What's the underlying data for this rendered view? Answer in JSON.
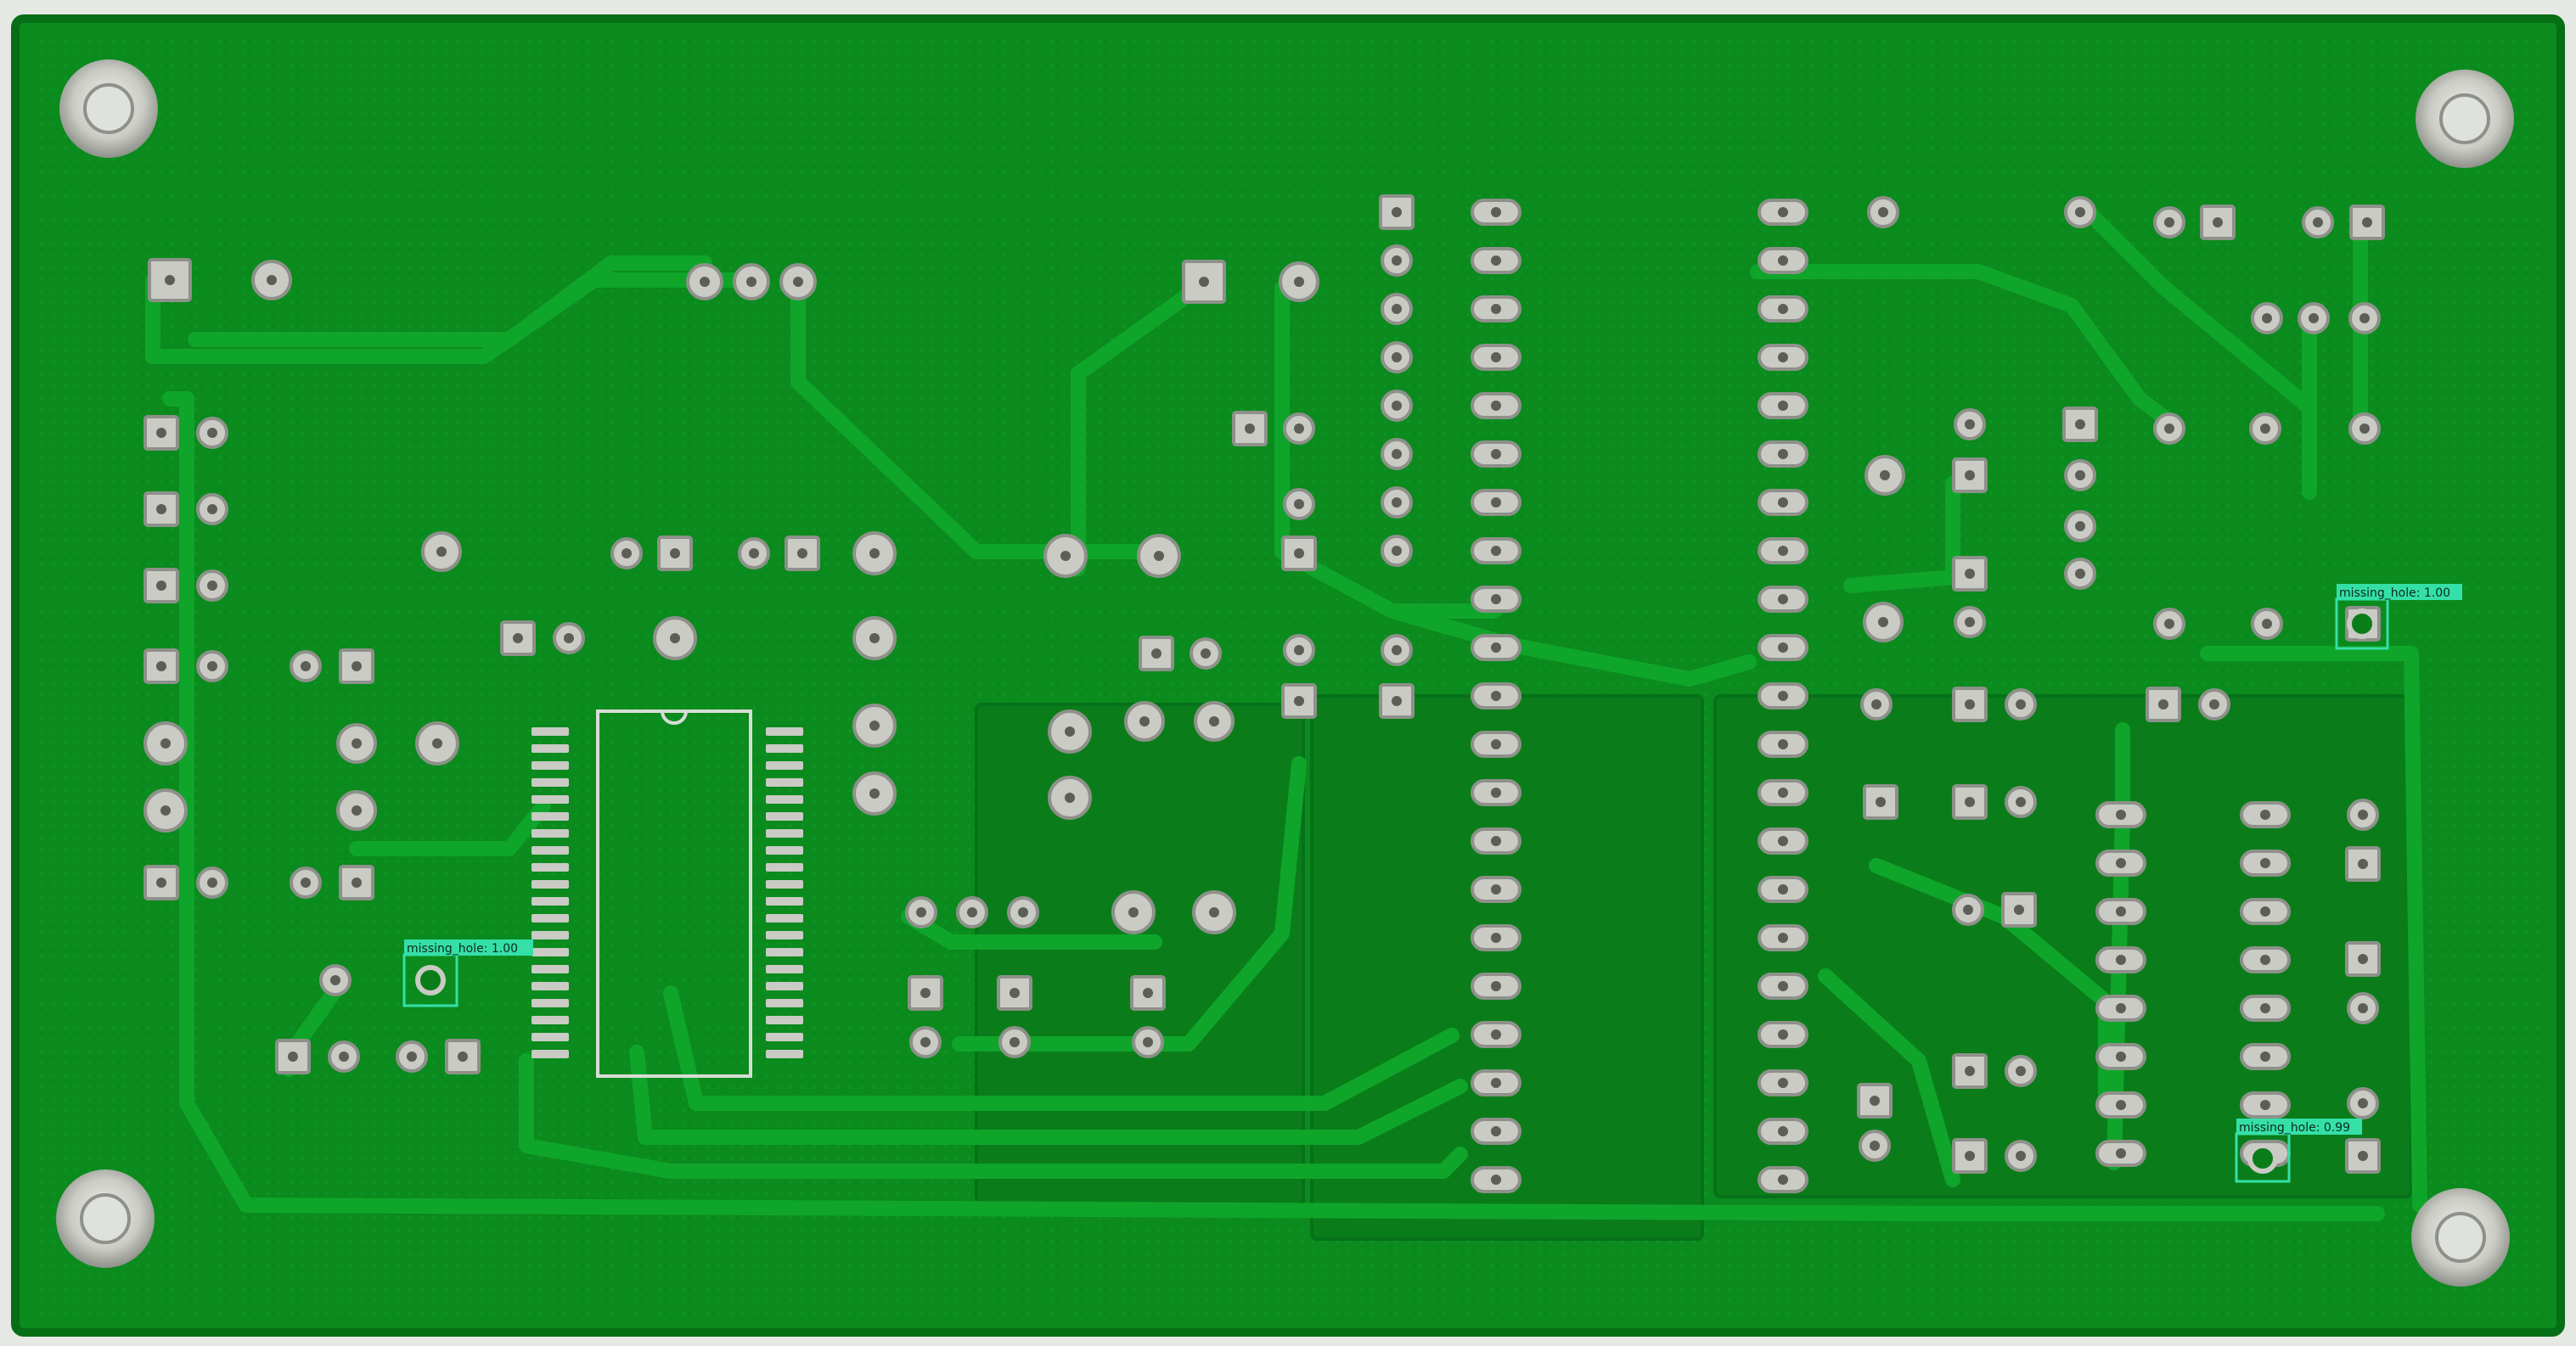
{
  "image": {
    "subject": "pcb-board",
    "colors": {
      "background": "#e6e8e4",
      "board": "#0b8a1e",
      "board_edge": "#066e15",
      "trace": "#0fa52a",
      "trace_outline": "#06701a",
      "copper_fill": "#0a7d1a",
      "pad": "#c9cbc4",
      "pad_shadow": "#8e918a",
      "hole": "#5c5f58",
      "silkscreen": "#d8ddd6",
      "detection": "#35e0a8"
    }
  },
  "detections": [
    {
      "label": "missing_hole: 1.00"
    },
    {
      "label": "missing_hole: 1.00"
    },
    {
      "label": "missing_hole: 0.99"
    }
  ]
}
